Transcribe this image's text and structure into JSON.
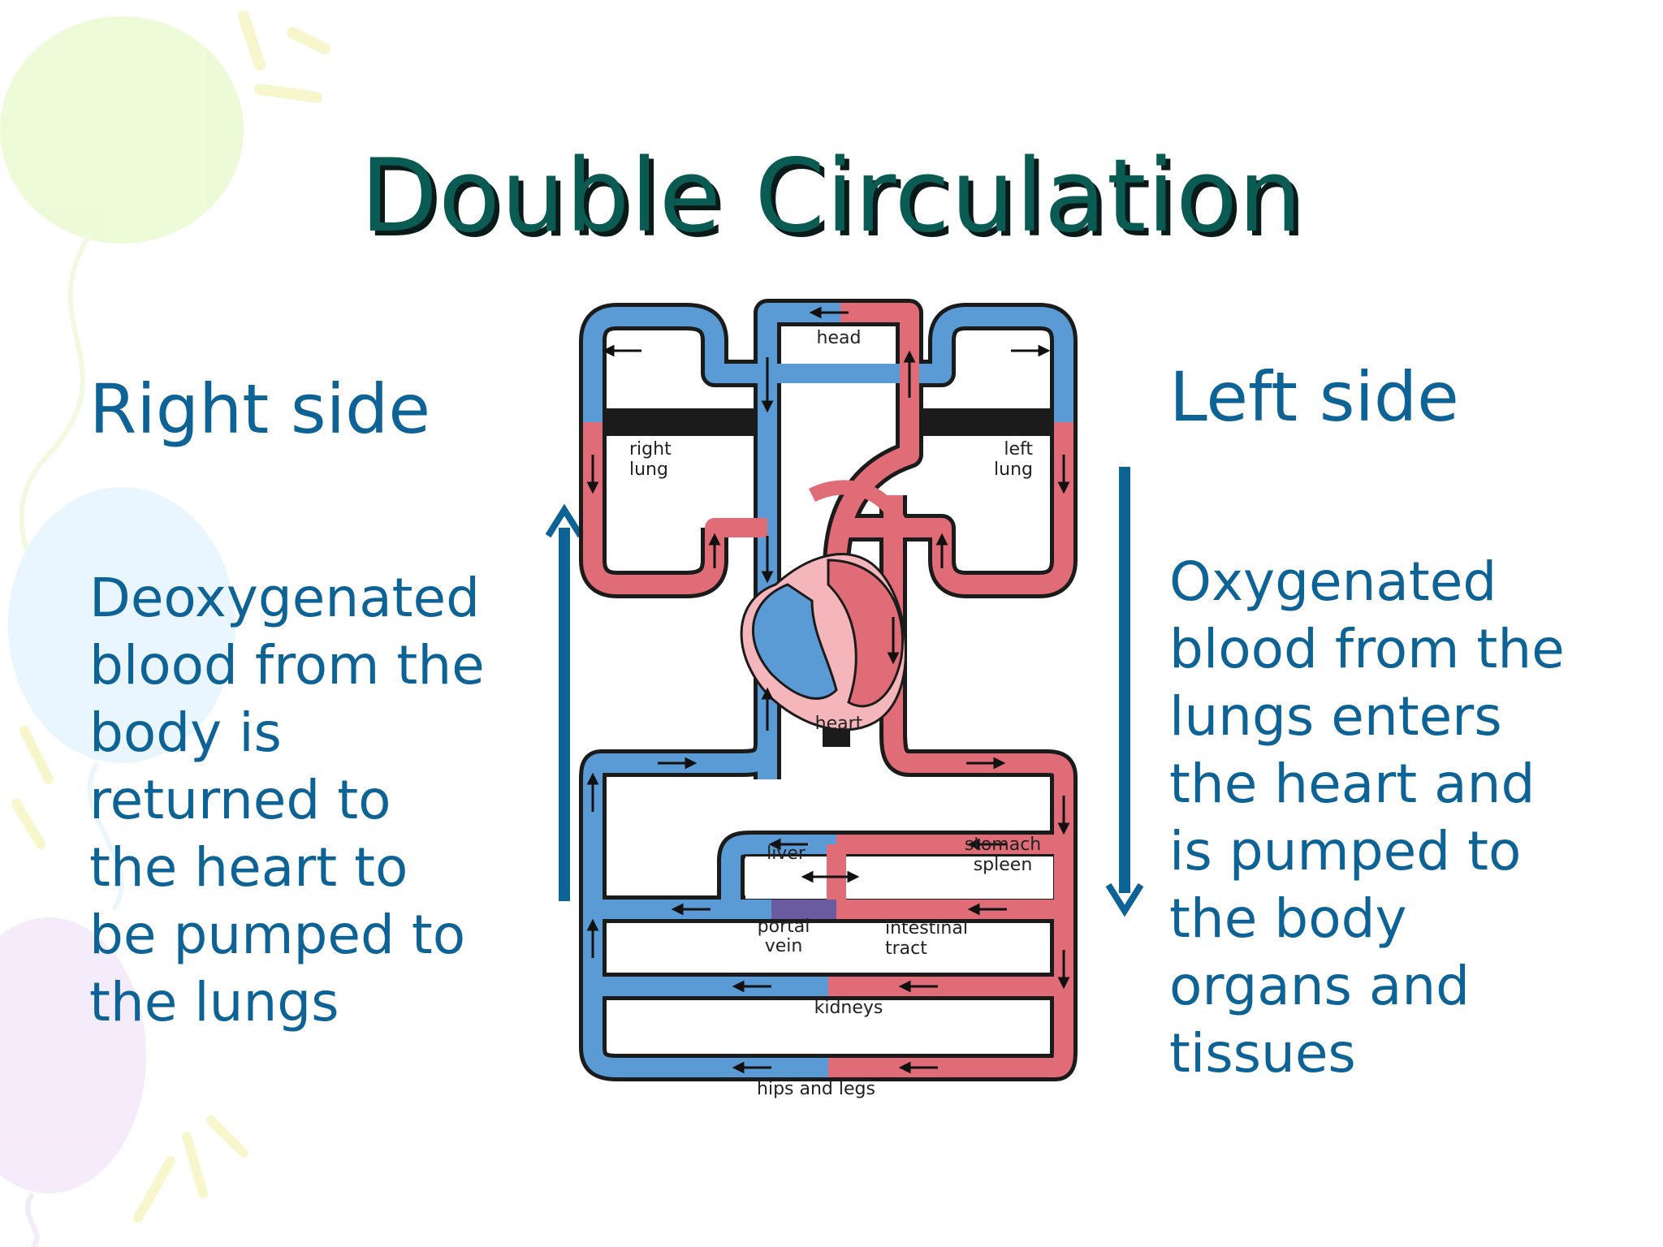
{
  "title": "Double Circulation",
  "left_panel": {
    "heading": "Right side",
    "lines": [
      "Deoxygenated",
      "blood from the",
      "body is",
      "returned to",
      "the heart to",
      "be pumped to",
      "the lungs"
    ]
  },
  "right_panel": {
    "heading": "Left side",
    "lines": [
      "Oxygenated",
      "blood from the",
      "lungs enters",
      "the heart and",
      "is pumped to",
      "the body",
      "organs and",
      "tissues"
    ]
  },
  "diagram_labels": {
    "head": "head",
    "right_lung": [
      "right",
      "lung"
    ],
    "left_lung": [
      "left",
      "lung"
    ],
    "heart": "heart",
    "liver": "liver",
    "stomach_spleen": [
      "stomach",
      "spleen"
    ],
    "portal_vein": [
      "portal",
      "vein"
    ],
    "intestinal_tract": [
      "intestinal",
      "tract"
    ],
    "kidneys": "kidneys",
    "hips_and_legs": "hips and legs"
  },
  "colors": {
    "deoxygenated": "#5b9bd5",
    "oxygenated": "#e06c78",
    "text_accent": "#0e6396",
    "title": "#0b5b55"
  }
}
